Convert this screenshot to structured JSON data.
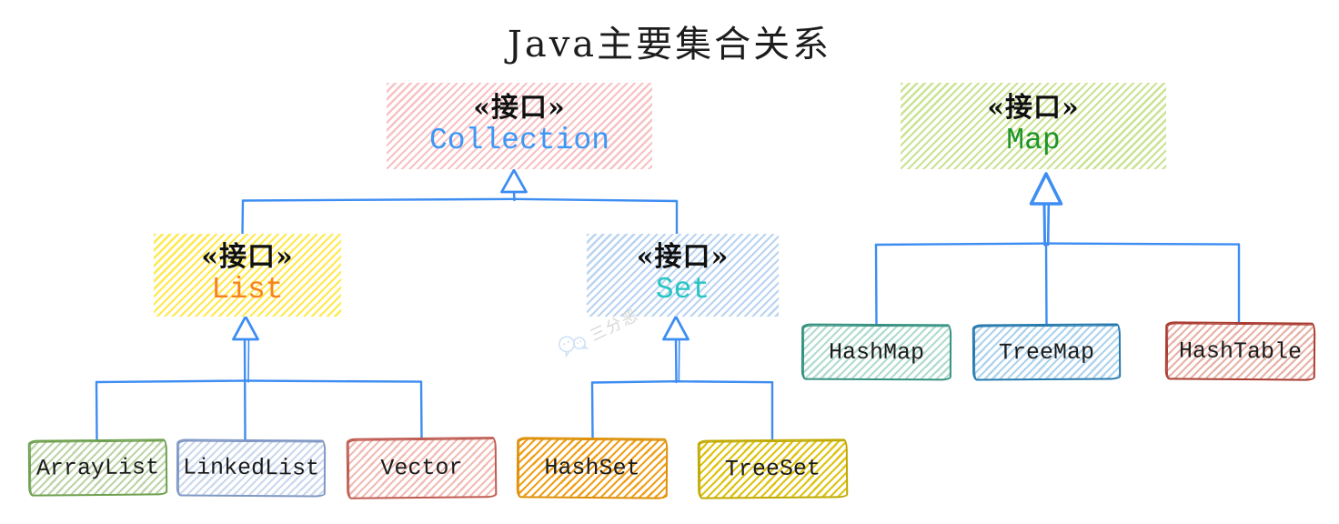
{
  "title": "Java主要集合关系",
  "watermark": {
    "icon": "wechat-icon",
    "text": "三分恶"
  },
  "colors": {
    "connector_blue": "#3d8df2",
    "title_text": "#1d1d1d",
    "collection_name": "#3e97f5",
    "map_name": "#1f9427",
    "list_name": "#f8821f",
    "set_name": "#27c5c3",
    "collection_hatch": "#f7c2c4",
    "map_hatch": "#cbe394",
    "list_hatch": "#ffe94d",
    "set_hatch": "#b9d4f1"
  },
  "nodes": {
    "collection": {
      "stereotype": "«接口»",
      "name": "Collection"
    },
    "map": {
      "stereotype": "«接口»",
      "name": "Map"
    },
    "list": {
      "stereotype": "«接口»",
      "name": "List"
    },
    "set": {
      "stereotype": "«接口»",
      "name": "Set"
    },
    "arraylist": {
      "name": "ArrayList"
    },
    "linkedlist": {
      "name": "LinkedList"
    },
    "vector": {
      "name": "Vector"
    },
    "hashset": {
      "name": "HashSet"
    },
    "treeset": {
      "name": "TreeSet"
    },
    "hashmap": {
      "name": "HashMap"
    },
    "treemap": {
      "name": "TreeMap"
    },
    "hashtable": {
      "name": "HashTable"
    }
  },
  "edges": [
    {
      "from": "List",
      "to": "Collection",
      "type": "inheritance"
    },
    {
      "from": "Set",
      "to": "Collection",
      "type": "inheritance"
    },
    {
      "from": "ArrayList",
      "to": "List",
      "type": "inheritance"
    },
    {
      "from": "LinkedList",
      "to": "List",
      "type": "inheritance"
    },
    {
      "from": "Vector",
      "to": "List",
      "type": "inheritance"
    },
    {
      "from": "HashSet",
      "to": "Set",
      "type": "inheritance"
    },
    {
      "from": "TreeSet",
      "to": "Set",
      "type": "inheritance"
    },
    {
      "from": "HashMap",
      "to": "Map",
      "type": "inheritance"
    },
    {
      "from": "TreeMap",
      "to": "Map",
      "type": "inheritance"
    },
    {
      "from": "HashTable",
      "to": "Map",
      "type": "inheritance"
    }
  ]
}
